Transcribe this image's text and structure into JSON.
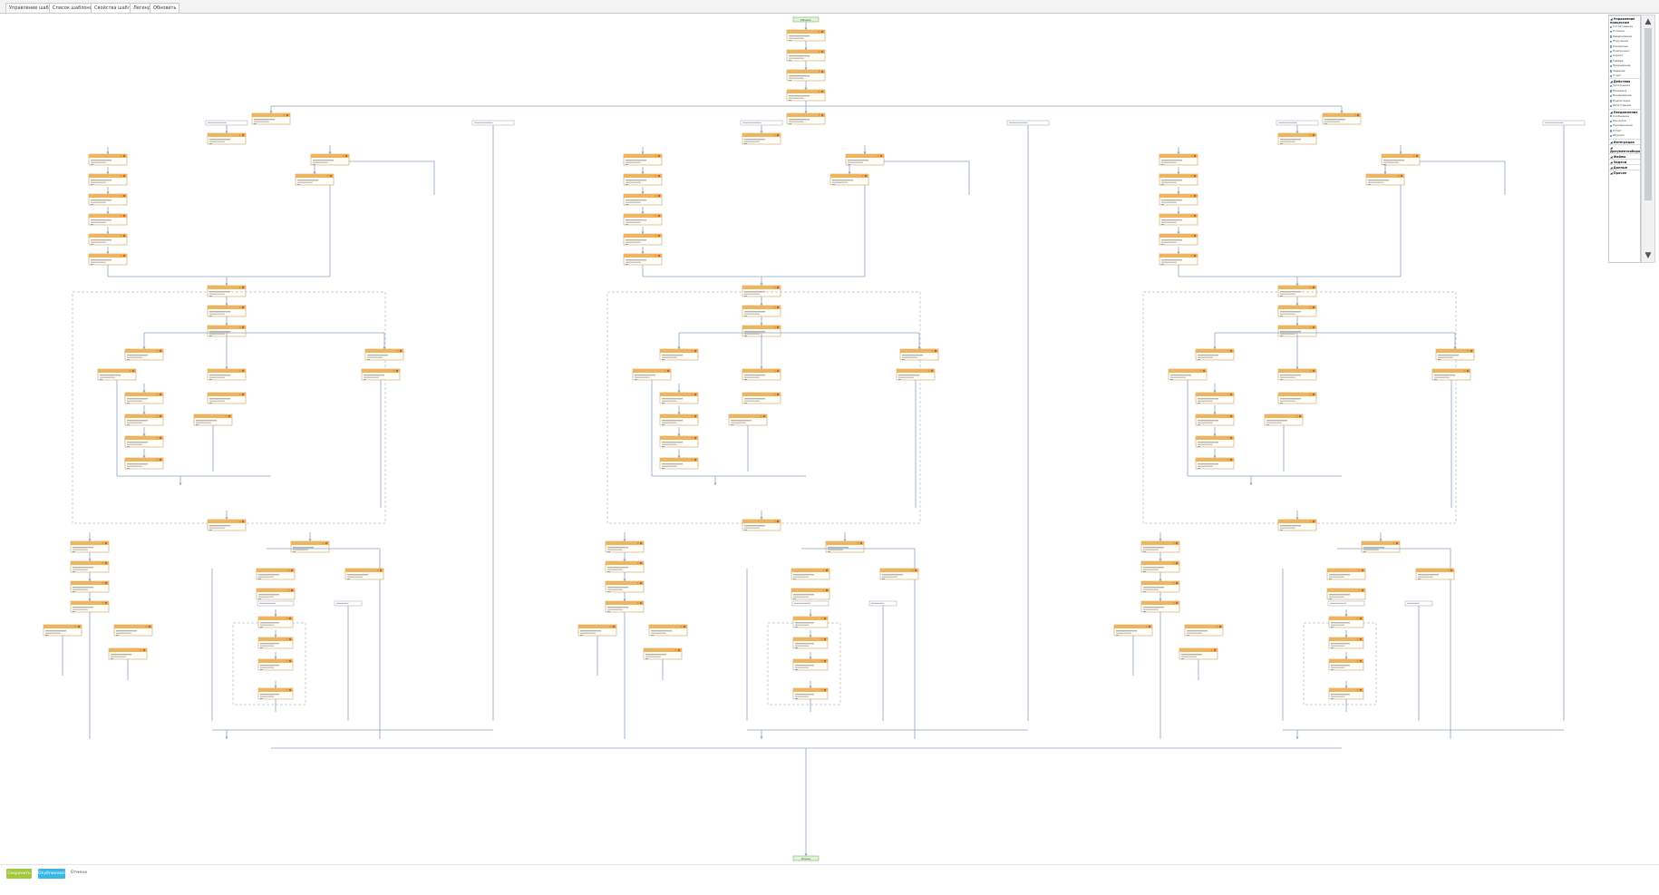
{
  "tabs": [
    {
      "label": "Управление шаблоном",
      "active": false
    },
    {
      "label": "Список шаблонов",
      "active": false
    },
    {
      "label": "Свойства шаблона",
      "active": true
    },
    {
      "label": "Легенда",
      "active": false
    },
    {
      "label": "Обновить",
      "active": false
    }
  ],
  "colors": {
    "node": "#f8d9a6",
    "node_header": "#f0b45c",
    "terminal": "#dff3d6",
    "line": "#8ea3c1",
    "group_border": "#b9bec4"
  },
  "diagram": {
    "start_label": "Начало",
    "end_label": "Конец"
  },
  "panel": {
    "sections": [
      {
        "title": "Управление процессом",
        "items": [
          "Согласование",
          "Условие",
          "Уведомление",
          "Поручение",
          "Ожидание",
          "Подпроцесс",
          "Скрипт",
          "Таймер",
          "Прерывание",
          "Задание",
          "Старт"
        ]
      },
      {
        "title": "Действия",
        "items": [
          "Заполнение",
          "Проверка",
          "Визирование",
          "Подписание",
          "Регистрация"
        ]
      },
      {
        "title": "Уведомления",
        "items": [
          "Сообщение",
          "Рассылка",
          "Напоминание",
          "Отчёт",
          "Журнал"
        ]
      },
      {
        "title": "Интеграция",
        "items": []
      },
      {
        "title": "Документооборот",
        "items": []
      },
      {
        "title": "Файлы",
        "items": []
      },
      {
        "title": "Задачи",
        "items": []
      },
      {
        "title": "Данные",
        "items": []
      },
      {
        "title": "Прочее",
        "items": []
      }
    ]
  },
  "footer": {
    "save_label": "Сохранить",
    "publish_label": "Опубликовать",
    "cancel_label": "Отмена"
  }
}
